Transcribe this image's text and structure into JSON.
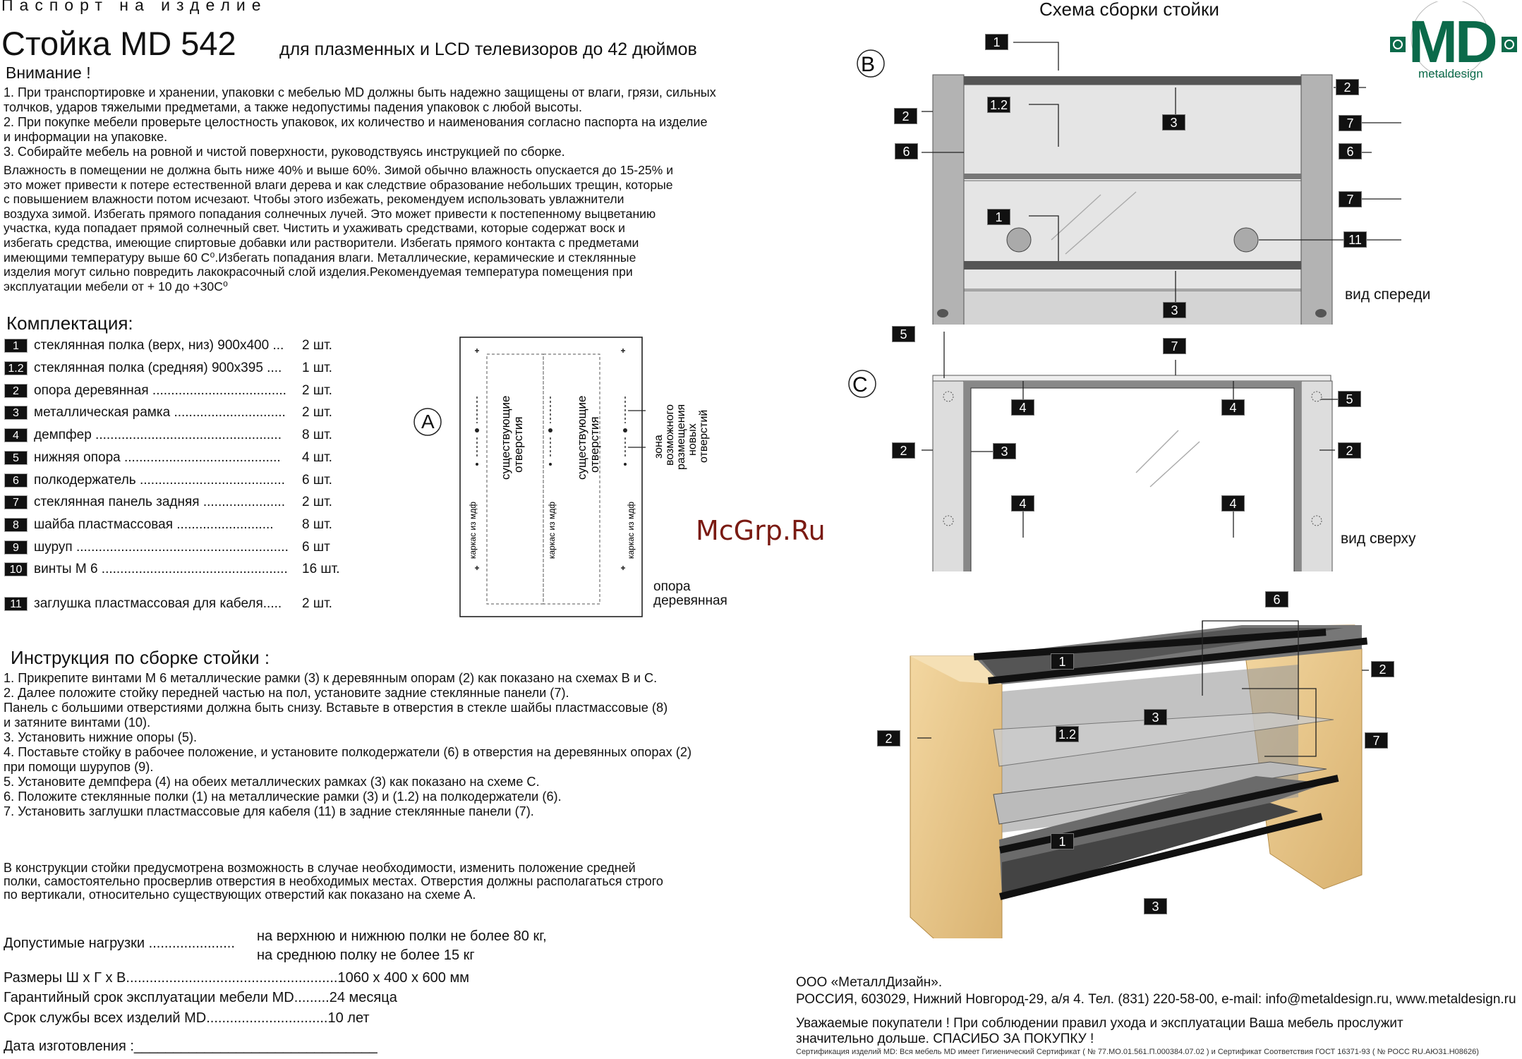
{
  "header": {
    "passport": "Паспорт на изделие",
    "title": "Стойка MD 542",
    "subtitle": "для плазменных и LCD телевизоров до 42 дюймов",
    "attention": "Внимание !"
  },
  "attention_items": [
    "1. При транспортировке и хранении, упаковки с мебелью MD должны быть надежно защищены от влаги, грязи, сильных",
    "    толчков, ударов тяжелыми предметами, а также недопустимы падения упаковок с любой высоты.",
    "2. При покупке мебели проверьте целостность упаковок, их количество и наименования согласно паспорта на изделие",
    "    и информации на упаковке.",
    "3. Собирайте мебель на ровной и чистой поверхности, руководствуясь инструкцией по сборке."
  ],
  "humidity_text": "Влажность в помещении не должна быть ниже 40% и выше 60%. Зимой обычно влажность опускается до 15-25% и\nэто может привести к потере естественной влаги дерева и как следствие образование небольших трещин, которые\nс повышением влажности потом исчезают. Чтобы этого избежать, рекомендуем использовать увлажнители\nвоздуха зимой. Избегать прямого попадания солнечных лучей. Это может привести к постепенному выцветанию\nучастка, куда попадает прямой солнечный свет. Чистить и ухаживать средствами, которые содержат воск и\nизбегать средства, имеющие спиртовые добавки или растворители. Избегать прямого контакта с предметами\nимеющими температуру выше 60 С⁰.Избегать попадания влаги. Металлические, керамические и стеклянные\nизделия могут сильно повредить лакокрасочный слой изделия.Рекомендуемая температура помещения при\nэксплуатации мебели от + 10 до +30С⁰",
  "kit": {
    "title": "Комплектация:",
    "items": [
      {
        "num": "1",
        "name": "стеклянная полка (верх, низ) 900х400 ...",
        "qty": "2  шт."
      },
      {
        "num": "1.2",
        "name": "стеклянная полка (средняя) 900х395 ....",
        "qty": "1  шт."
      },
      {
        "num": "2",
        "name": "опора деревянная ....................................",
        "qty": "2  шт."
      },
      {
        "num": "3",
        "name": "металлическая рамка ..............................",
        "qty": "2  шт."
      },
      {
        "num": "4",
        "name": "демпфер ..................................................",
        "qty": "8  шт."
      },
      {
        "num": "5",
        "name": "нижняя опора ..........................................",
        "qty": "4  шт."
      },
      {
        "num": "6",
        "name": "полкодержатель .......................................",
        "qty": "6  шт."
      },
      {
        "num": "7",
        "name": "стеклянная панель задняя ......................",
        "qty": "2  шт."
      },
      {
        "num": "8",
        "name": "шайба пластмассовая ..........................",
        "qty": "8  шт."
      },
      {
        "num": "9",
        "name": "шуруп .........................................................",
        "qty": "6  шт"
      },
      {
        "num": "10",
        "name": "винты М 6 ..................................................",
        "qty": "16 шт."
      },
      {
        "num": "11",
        "name": "заглушка пластмассовая для кабеля.....",
        "qty": "2 шт."
      }
    ]
  },
  "scheme_a": {
    "letter": "A",
    "existing_holes": "существующие отверстия",
    "zone_text": "зона возможного размещения новых отверстий",
    "frame_mdf": "каркас из мдф",
    "support_label": "опора\nдеревянная"
  },
  "instructions": {
    "title": "Инструкция по сборке стойки :",
    "steps": [
      "1.  Прикрепите винтами М 6  металлические рамки (3) к деревянным опорам (2) как показано на схемах В и С.",
      "2.  Далее положите стойку передней частью на пол, установите задние стеклянные панели (7).",
      "     Панель с большими отверстиями должна быть снизу. Вставьте в отверстия в стекле шайбы пластмассовые (8)",
      "     и затяните винтами (10).",
      "3.  Установить нижние опоры (5).",
      "4.  Поставьте стойку в рабочее положение, и установите полкодержатели (6) в отверстия на деревянных опорах (2)",
      "     при помощи шурупов (9).",
      "5.  Установите демпфера (4) на обеих металлических рамках (3) как показано на схеме С.",
      "6.  Положите стеклянные полки (1) на металлические рамки (3) и (1.2) на полкодержатели (6).",
      "7. Установить заглушки пластмассовые для кабеля (11) в задние стеклянные панели (7)."
    ]
  },
  "construction_note": "В конструкции стойки предусмотрена возможность в случае необходимости, изменить положение средней\nполки, самостоятельно просверлив отверстия в необходимых местах. Отверстия должны располагаться строго\nпо вертикали, относительно существующих отверстий как показано на схеме А.",
  "specs": {
    "loads_label": "Допустимые нагрузки ......................",
    "loads_top": "на верхнюю и нижнюю полки не более 80 кг,",
    "loads_mid": "на среднюю полку не более 15 кг",
    "dims": "Размеры Ш х Г х В......................................................1060 х 400 х 600 мм",
    "warranty": "Гарантийный срок эксплуатации мебели MD.........24 месяца",
    "service": "Срок службы всех изделий MD...............................10 лет",
    "manufactured": "Дата изготовления :_______________________________"
  },
  "scheme": {
    "title": "Схема сборки стойки",
    "letter_b": "B",
    "letter_c": "C",
    "front_view": "вид спереди",
    "top_view": "вид сверху"
  },
  "logo": {
    "text": "MD",
    "sub": "metaldesign"
  },
  "watermark": "McGrp.Ru",
  "footer": {
    "company": "ООО «МеталлДизайн».",
    "address": "РОССИЯ, 603029, Нижний Новгород-29, а/я 4. Тел. (831) 220-58-00,  e-mail: info@metaldesign.ru, www.metaldesign.ru",
    "thanks1": "Уважаемые покупатели ! При соблюдении правил ухода и эксплуатации Ваша мебель прослужит",
    "thanks2": "значительно дольше. СПАСИБО ЗА ПОКУПКУ !",
    "cert": "Сертификация изделий MD: Вся мебель MD имеет Гигиенический Сертификат ( № 77.МО.01.561.П.000384.07.02 ) и Сертификат Соответствия ГОСТ 16371-93 ( № РОСС RU.АЮ31.Н08626)"
  },
  "callouts": {
    "n1": "1",
    "n12": "1.2",
    "n2": "2",
    "n3": "3",
    "n4": "4",
    "n5": "5",
    "n6": "6",
    "n7": "7",
    "n11": "11"
  },
  "colors": {
    "accent": "#0b6a4a",
    "badge": "#111111"
  }
}
